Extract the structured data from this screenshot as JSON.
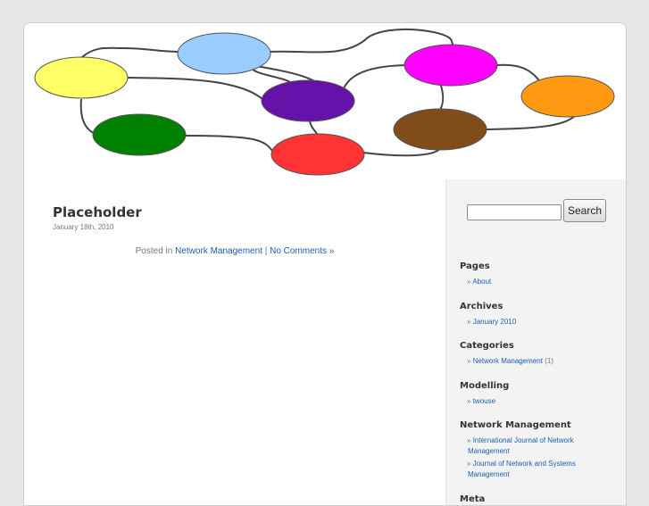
{
  "post": {
    "title": "Placeholder",
    "date": "January 18th, 2010",
    "posted_in": "Posted in",
    "category": "Network Management",
    "separator": "|",
    "comments": "No Comments »"
  },
  "search": {
    "button_label": "Search",
    "value": ""
  },
  "sidebar": {
    "bullet": "»",
    "pages": {
      "title": "Pages",
      "items": [
        "About"
      ]
    },
    "archives": {
      "title": "Archives",
      "items": [
        "January 2010"
      ]
    },
    "categories": {
      "title": "Categories",
      "items": [
        {
          "label": "Network Management",
          "count": "(1)"
        }
      ]
    },
    "modelling": {
      "title": "Modelling",
      "items": [
        "twouse"
      ]
    },
    "network_management": {
      "title": "Network Management",
      "items": [
        "International Journal of Network Management",
        "Journal of Network and Systems Management"
      ]
    },
    "meta": {
      "title": "Meta"
    }
  },
  "header_nodes": {
    "yellow": "#ffff66",
    "light_blue": "#99ccff",
    "magenta": "#ff00ff",
    "orange": "#ff9911",
    "green": "#008000",
    "purple": "#6611aa",
    "brown": "#804c19",
    "red": "#ff3333"
  }
}
